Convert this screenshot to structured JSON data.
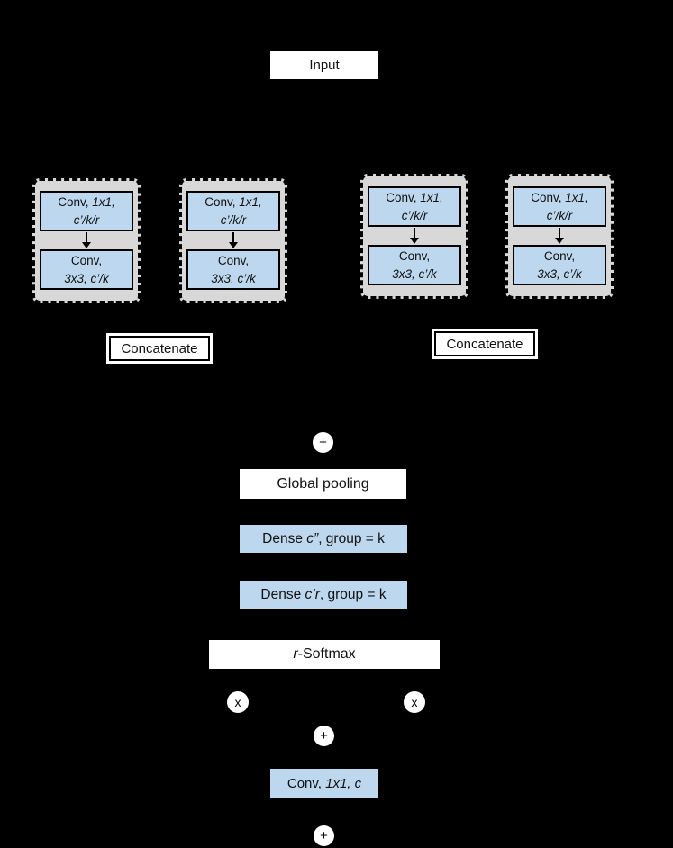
{
  "diagram_type": "neural-network split-attention block",
  "colors": {
    "background": "#000000",
    "blue_box": "#BDD7EE",
    "gray_group": "#D8D8D8",
    "white_box": "#FFFFFF",
    "line": "#000000"
  },
  "input_label": "Input",
  "cardinal_groups": [
    {
      "conv_reduce": {
        "l1_regular": "Conv, ",
        "l1_italic": "1x1,",
        "l2_italic": "c’/k/r"
      },
      "conv_expand": {
        "l1_regular": "Conv,",
        "l2_italic": "3x3, c’/k"
      }
    },
    {
      "conv_reduce": {
        "l1_regular": "Conv, ",
        "l1_italic": "1x1,",
        "l2_italic": "c’/k/r"
      },
      "conv_expand": {
        "l1_regular": "Conv,",
        "l2_italic": "3x3, c’/k"
      }
    },
    {
      "conv_reduce": {
        "l1_regular": "Conv, ",
        "l1_italic": "1x1,",
        "l2_italic": "c’/k/r"
      },
      "conv_expand": {
        "l1_regular": "Conv,",
        "l2_italic": "3x3, c’/k"
      }
    },
    {
      "conv_reduce": {
        "l1_regular": "Conv, ",
        "l1_italic": "1x1,",
        "l2_italic": "c’/k/r"
      },
      "conv_expand": {
        "l1_regular": "Conv,",
        "l2_italic": "3x3, c’/k"
      }
    }
  ],
  "concatenate": {
    "left_label": "Concatenate",
    "right_label": "Concatenate"
  },
  "operators": {
    "add": "+",
    "multiply": "x"
  },
  "global_pooling_label": "Global pooling",
  "dense_top": {
    "regular1": "Dense ",
    "italic": "c”",
    "regular2": ", group = k"
  },
  "dense_bottom": {
    "regular1": "Dense ",
    "italic": "c’r",
    "regular2": ", group = k"
  },
  "softmax": {
    "italic": "r",
    "regular": "-Softmax"
  },
  "conv_out": {
    "regular": "Conv, ",
    "italic": "1x1, c"
  }
}
